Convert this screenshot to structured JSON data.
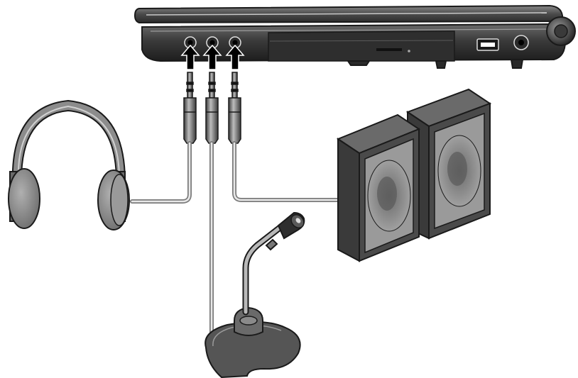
{
  "figure": {
    "caption": "",
    "colors": {
      "outline": "#1a1a1a",
      "laptop_dark": "#3a3a3a",
      "laptop_mid": "#5c5c5c",
      "laptop_light": "#8a8a8a",
      "cable": "#9a9a9a",
      "cable_light": "#e6e6e6",
      "headphone_gray": "#8c8c8c",
      "speaker_body": "#4a4a4a",
      "speaker_face": "#9a9a9a",
      "mic_base": "#555555"
    },
    "components": {
      "laptop": {
        "icon": "laptop-side-icon",
        "ports": [
          "headphone-jack",
          "microphone-jack",
          "line-in-jack",
          "usb-port",
          "dc-in-port"
        ]
      },
      "headphones": {
        "icon": "headphones-icon"
      },
      "microphone": {
        "icon": "microphone-icon"
      },
      "speakers": {
        "icon": "speakers-icon",
        "count": 2
      },
      "connection_arrows": {
        "icon": "arrow-up-icon",
        "count": 3
      }
    }
  }
}
